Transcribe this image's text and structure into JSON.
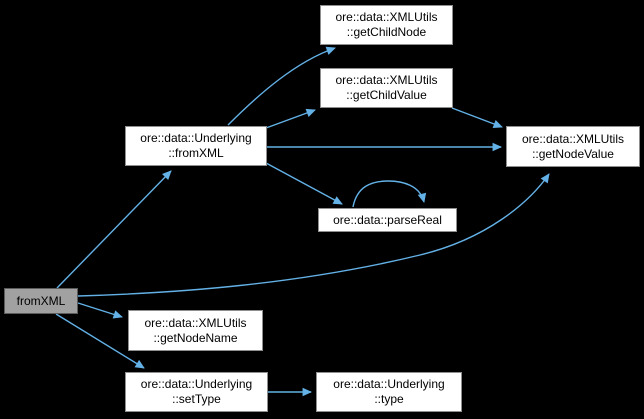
{
  "diagram": {
    "type": "call-graph",
    "background_color": "#000000",
    "edge_color": "#63b1e6",
    "entry_node_fill": "#a1a1a1",
    "node_fill": "#ffffff",
    "node_border": "#8f8f8f",
    "nodes": [
      {
        "id": "fromXML",
        "label": "fromXML",
        "role": "entry"
      },
      {
        "id": "underlying-fromxml",
        "line1": "ore::data::Underlying",
        "line2": "::fromXML"
      },
      {
        "id": "xmlutils-getchildnode",
        "line1": "ore::data::XMLUtils",
        "line2": "::getChildNode"
      },
      {
        "id": "xmlutils-getchildvalue",
        "line1": "ore::data::XMLUtils",
        "line2": "::getChildValue"
      },
      {
        "id": "xmlutils-getnodevalue",
        "line1": "ore::data::XMLUtils",
        "line2": "::getNodeValue"
      },
      {
        "id": "parsereal",
        "label": "ore::data::parseReal"
      },
      {
        "id": "xmlutils-getnodename",
        "line1": "ore::data::XMLUtils",
        "line2": "::getNodeName"
      },
      {
        "id": "underlying-settype",
        "line1": "ore::data::Underlying",
        "line2": "::setType"
      },
      {
        "id": "underlying-type",
        "line1": "ore::data::Underlying",
        "line2": "::type"
      }
    ],
    "edges": [
      {
        "from": "fromXML",
        "to": "underlying-fromxml"
      },
      {
        "from": "fromXML",
        "to": "xmlutils-getnodevalue"
      },
      {
        "from": "fromXML",
        "to": "xmlutils-getnodename"
      },
      {
        "from": "fromXML",
        "to": "underlying-settype"
      },
      {
        "from": "underlying-fromxml",
        "to": "xmlutils-getchildnode"
      },
      {
        "from": "underlying-fromxml",
        "to": "xmlutils-getchildvalue"
      },
      {
        "from": "underlying-fromxml",
        "to": "xmlutils-getnodevalue"
      },
      {
        "from": "underlying-fromxml",
        "to": "parsereal"
      },
      {
        "from": "xmlutils-getchildvalue",
        "to": "xmlutils-getnodevalue"
      },
      {
        "from": "parsereal",
        "to": "parsereal"
      },
      {
        "from": "underlying-settype",
        "to": "underlying-type"
      }
    ]
  }
}
